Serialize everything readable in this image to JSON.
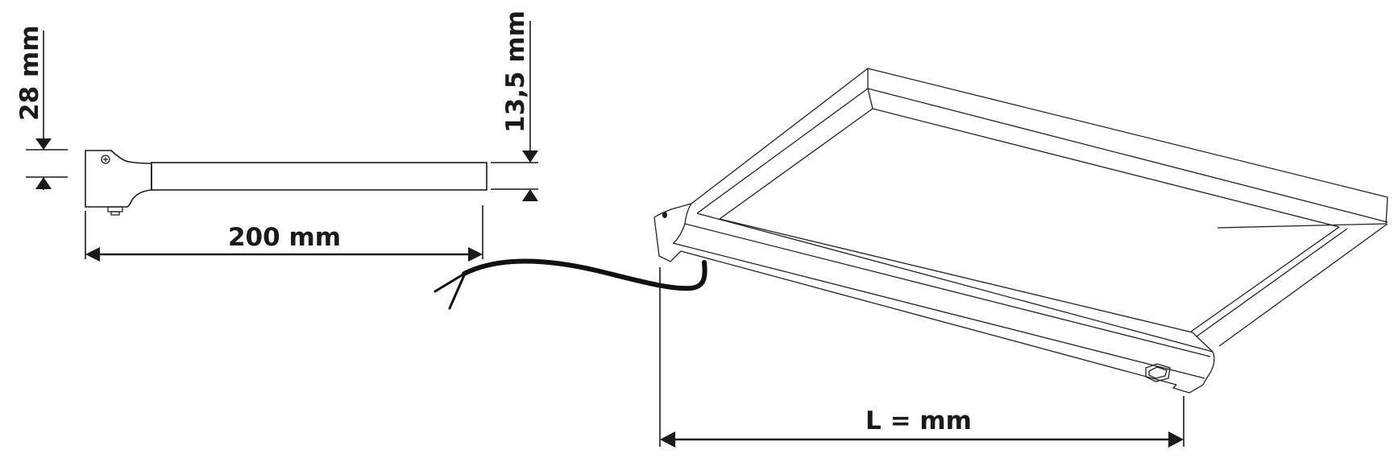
{
  "diagram": {
    "type": "technical-dimension-drawing",
    "subject": "under-cabinet LED panel light with cable",
    "side_view": {
      "height_label": "28 mm",
      "length_label": "200 mm",
      "thickness_label": "13,5 mm"
    },
    "perspective_view": {
      "length_label": "L = mm"
    },
    "colors": {
      "line": "#1a1a1a",
      "background": "#ffffff"
    }
  }
}
